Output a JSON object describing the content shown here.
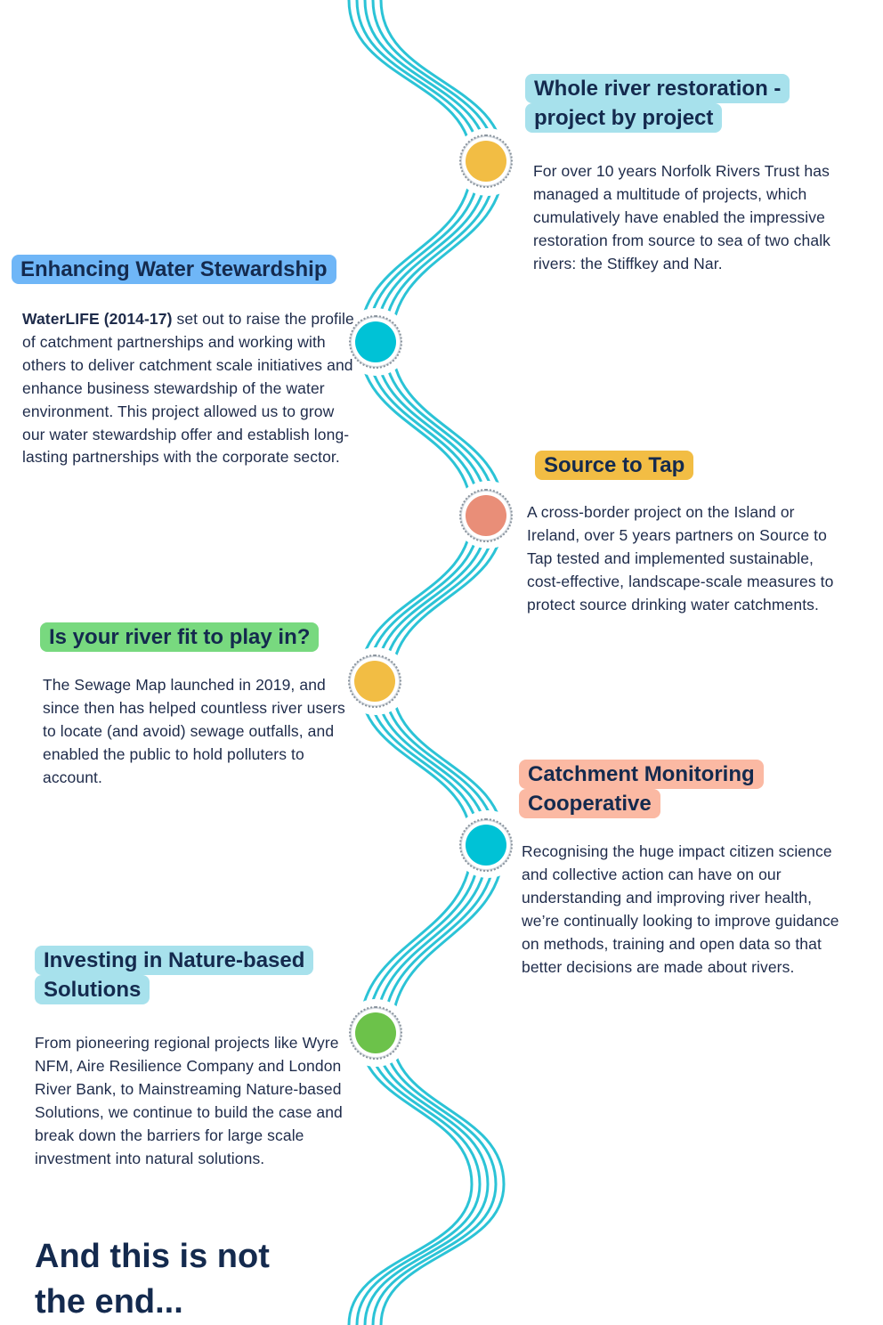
{
  "colors": {
    "river_line": "#2bc3d6",
    "heading_text": "#142a4e",
    "body_text": "#1e2b4a"
  },
  "milestones": [
    {
      "title": "Whole river restoration - project by project",
      "title_bg": "#a7e1ec",
      "dot_color": "#f2bd44",
      "body": "For over 10 years Norfolk Rivers Trust has managed a multitude of projects, which cumulatively have enabled the impressive restoration from source to sea of two chalk rivers: the Stiffkey and Nar."
    },
    {
      "title": "Enhancing Water Stewardship",
      "title_bg": "#6fb6f7",
      "dot_color": "#00c2d6",
      "body_bold": "WaterLIFE (2014-17)",
      "body": " set out to raise the profile of catchment partnerships and working with others to deliver catchment scale initiatives and enhance business stewardship of the water environment. This project allowed us to grow our water stewardship offer and establish long-lasting partnerships with the corporate sector."
    },
    {
      "title": "Source to Tap",
      "title_bg": "#f2bd44",
      "dot_color": "#e98e78",
      "body": "A cross-border project on the Island or Ireland, over 5 years partners on Source to Tap tested and implemented sustainable, cost-effective, landscape-scale measures  to protect source drinking water catchments."
    },
    {
      "title": "Is your river fit to play in?",
      "title_bg": "#78d97f",
      "dot_color": "#f2bd44",
      "body": "The Sewage Map launched in 2019, and since then has helped countless river users to locate (and avoid) sewage outfalls, and enabled the public to hold polluters to account."
    },
    {
      "title": "Catchment Monitoring Cooperative",
      "title_bg": "#fbb9a3",
      "dot_color": "#00c2d6",
      "body": "Recognising the huge impact citizen science and collective action can have on our understanding and improving river health, we’re continually looking to improve guidance on methods, training and open data so that better decisions are made about rivers."
    },
    {
      "title": "Investing in Nature-based Solutions",
      "title_bg": "#a7e1ec",
      "dot_color": "#6cc24a",
      "body": "From pioneering regional projects like Wyre NFM, Aire Resilience Company and London River Bank, to Mainstreaming Nature-based Solutions, we continue to build the case and break down the barriers for large scale investment into natural solutions."
    }
  ],
  "closing": "And this is not the end..."
}
